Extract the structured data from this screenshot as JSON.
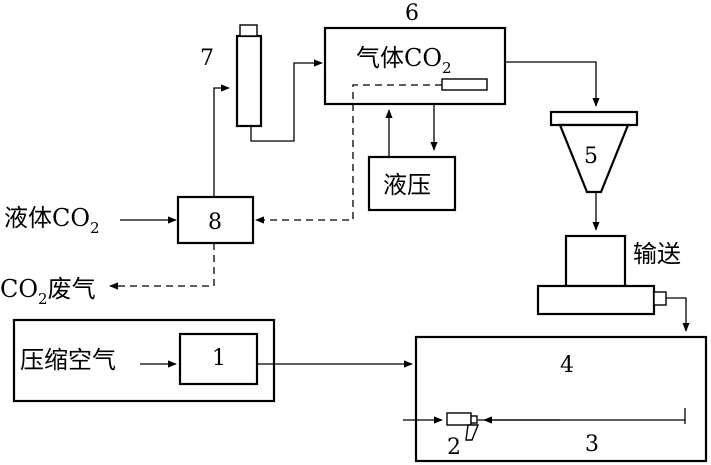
{
  "labels": {
    "gas_co2": "气体CO",
    "hydraulic": "液压",
    "liquid_co2": "液体CO",
    "waste_gas_prefix": "CO",
    "waste_gas_suffix": "废气",
    "compressed_air": "压缩空气",
    "conveying": "输送",
    "subscript_2": "2"
  },
  "numbers": {
    "n1": "1",
    "n2": "2",
    "n3": "3",
    "n4": "4",
    "n5": "5",
    "n6": "6",
    "n7": "7",
    "n8": "8"
  }
}
